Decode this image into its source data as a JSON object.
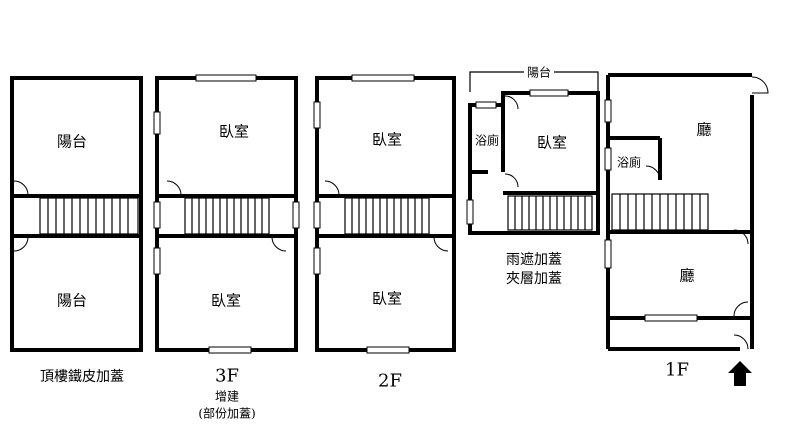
{
  "plans": {
    "rooftop": {
      "room_top": "陽台",
      "room_bottom": "陽台",
      "caption": "頂樓鐵皮加蓋"
    },
    "third_floor": {
      "room_top": "臥室",
      "room_bottom": "臥室",
      "caption": "3F",
      "note_line1": "增建",
      "note_line2": "(部份加蓋)"
    },
    "second_floor": {
      "room_top": "臥室",
      "room_bottom": "臥室",
      "caption": "2F"
    },
    "mezzanine": {
      "balcony": "陽台",
      "bathroom": "浴廁",
      "bedroom": "臥室",
      "caption_line1": "雨遮加蓋",
      "caption_line2": "夾層加蓋"
    },
    "first_floor": {
      "room_top": "廳",
      "bathroom": "浴廁",
      "room_bottom": "廳",
      "caption": "1F"
    }
  }
}
